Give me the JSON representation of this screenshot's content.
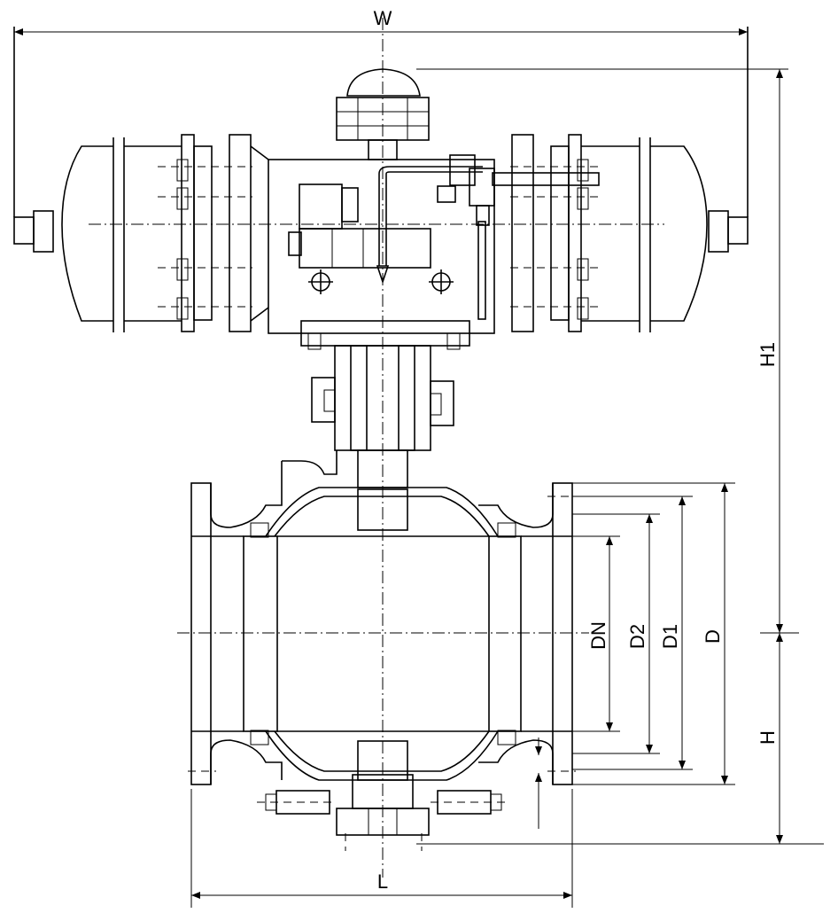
{
  "dimensions": {
    "W": "W",
    "H1": "H1",
    "H": "H",
    "L": "L",
    "DN": "DN",
    "D2": "D2",
    "D1": "D1",
    "D": "D"
  },
  "colors": {
    "line": "#000000",
    "background": "#ffffff"
  }
}
